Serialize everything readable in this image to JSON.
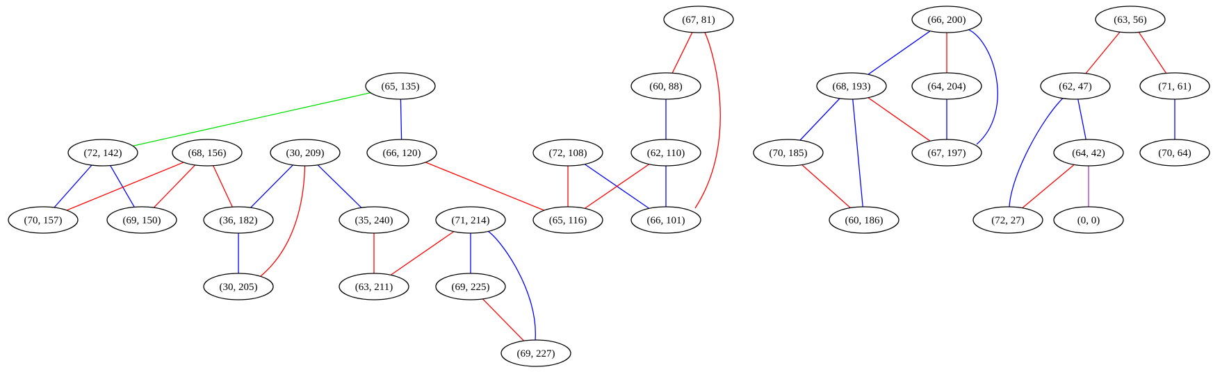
{
  "nodes": [
    {
      "id": "n_65_135",
      "label": "(65, 135)"
    },
    {
      "id": "n_72_142",
      "label": "(72, 142)"
    },
    {
      "id": "n_68_156",
      "label": "(68, 156)"
    },
    {
      "id": "n_30_209",
      "label": "(30, 209)"
    },
    {
      "id": "n_66_120",
      "label": "(66, 120)"
    },
    {
      "id": "n_70_157",
      "label": "(70, 157)"
    },
    {
      "id": "n_69_150",
      "label": "(69, 150)"
    },
    {
      "id": "n_36_182",
      "label": "(36, 182)"
    },
    {
      "id": "n_35_240",
      "label": "(35, 240)"
    },
    {
      "id": "n_30_205",
      "label": "(30, 205)"
    },
    {
      "id": "n_63_211",
      "label": "(63, 211)"
    },
    {
      "id": "n_71_214",
      "label": "(71, 214)"
    },
    {
      "id": "n_69_225",
      "label": "(69, 225)"
    },
    {
      "id": "n_69_227",
      "label": "(69, 227)"
    },
    {
      "id": "n_67_81",
      "label": "(67, 81)"
    },
    {
      "id": "n_60_88",
      "label": "(60, 88)"
    },
    {
      "id": "n_72_108",
      "label": "(72, 108)"
    },
    {
      "id": "n_62_110",
      "label": "(62, 110)"
    },
    {
      "id": "n_65_116",
      "label": "(65, 116)"
    },
    {
      "id": "n_66_101",
      "label": "(66, 101)"
    },
    {
      "id": "n_66_200",
      "label": "(66, 200)"
    },
    {
      "id": "n_68_193",
      "label": "(68, 193)"
    },
    {
      "id": "n_64_204",
      "label": "(64, 204)"
    },
    {
      "id": "n_70_185",
      "label": "(70, 185)"
    },
    {
      "id": "n_67_197",
      "label": "(67, 197)"
    },
    {
      "id": "n_60_186",
      "label": "(60, 186)"
    },
    {
      "id": "n_63_56",
      "label": "(63, 56)"
    },
    {
      "id": "n_62_47",
      "label": "(62, 47)"
    },
    {
      "id": "n_71_61",
      "label": "(71, 61)"
    },
    {
      "id": "n_64_42",
      "label": "(64, 42)"
    },
    {
      "id": "n_70_64",
      "label": "(70, 64)"
    },
    {
      "id": "n_72_27",
      "label": "(72, 27)"
    },
    {
      "id": "n_0_0",
      "label": "(0, 0)"
    }
  ],
  "edges": [
    {
      "from": "n_65_135",
      "to": "n_72_142",
      "color": "#00dd00"
    },
    {
      "from": "n_65_135",
      "to": "n_66_120",
      "color": "#0000ff"
    },
    {
      "from": "n_72_142",
      "to": "n_70_157",
      "color": "#0000ff"
    },
    {
      "from": "n_72_142",
      "to": "n_69_150",
      "color": "#0000ff"
    },
    {
      "from": "n_68_156",
      "to": "n_70_157",
      "color": "#ff0000"
    },
    {
      "from": "n_68_156",
      "to": "n_69_150",
      "color": "#ff0000"
    },
    {
      "from": "n_68_156",
      "to": "n_36_182",
      "color": "#ff0000"
    },
    {
      "from": "n_30_209",
      "to": "n_36_182",
      "color": "#0000ff"
    },
    {
      "from": "n_30_209",
      "to": "n_35_240",
      "color": "#0000ff"
    },
    {
      "from": "n_30_209",
      "to": "n_30_205",
      "color": "#ff0000"
    },
    {
      "from": "n_36_182",
      "to": "n_30_205",
      "color": "#0000ff"
    },
    {
      "from": "n_35_240",
      "to": "n_63_211",
      "color": "#ff0000"
    },
    {
      "from": "n_66_120",
      "to": "n_65_116",
      "color": "#ff0000"
    },
    {
      "from": "n_71_214",
      "to": "n_63_211",
      "color": "#ff0000"
    },
    {
      "from": "n_71_214",
      "to": "n_69_225",
      "color": "#0000ff"
    },
    {
      "from": "n_71_214",
      "to": "n_69_227",
      "color": "#0000ff"
    },
    {
      "from": "n_69_225",
      "to": "n_69_227",
      "color": "#ff0000"
    },
    {
      "from": "n_67_81",
      "to": "n_60_88",
      "color": "#ff0000"
    },
    {
      "from": "n_67_81",
      "to": "n_66_101",
      "color": "#ff0000"
    },
    {
      "from": "n_60_88",
      "to": "n_62_110",
      "color": "#0000ff"
    },
    {
      "from": "n_72_108",
      "to": "n_65_116",
      "color": "#ff0000"
    },
    {
      "from": "n_72_108",
      "to": "n_66_101",
      "color": "#0000ff"
    },
    {
      "from": "n_62_110",
      "to": "n_65_116",
      "color": "#ff0000"
    },
    {
      "from": "n_62_110",
      "to": "n_66_101",
      "color": "#0000ff"
    },
    {
      "from": "n_66_200",
      "to": "n_68_193",
      "color": "#0000ff"
    },
    {
      "from": "n_66_200",
      "to": "n_64_204",
      "color": "#ff0000"
    },
    {
      "from": "n_66_200",
      "to": "n_67_197",
      "color": "#0000ff"
    },
    {
      "from": "n_68_193",
      "to": "n_70_185",
      "color": "#0000ff"
    },
    {
      "from": "n_68_193",
      "to": "n_60_186",
      "color": "#0000ff"
    },
    {
      "from": "n_68_193",
      "to": "n_67_197",
      "color": "#ff0000"
    },
    {
      "from": "n_64_204",
      "to": "n_67_197",
      "color": "#0000ff"
    },
    {
      "from": "n_70_185",
      "to": "n_60_186",
      "color": "#ff0000"
    },
    {
      "from": "n_63_56",
      "to": "n_62_47",
      "color": "#ff0000"
    },
    {
      "from": "n_63_56",
      "to": "n_71_61",
      "color": "#ff0000"
    },
    {
      "from": "n_62_47",
      "to": "n_64_42",
      "color": "#0000ff"
    },
    {
      "from": "n_62_47",
      "to": "n_72_27",
      "color": "#0000ff"
    },
    {
      "from": "n_71_61",
      "to": "n_70_64",
      "color": "#0000ff"
    },
    {
      "from": "n_64_42",
      "to": "n_72_27",
      "color": "#ff0000"
    },
    {
      "from": "n_64_42",
      "to": "n_0_0",
      "color": "#aa33cc"
    }
  ]
}
